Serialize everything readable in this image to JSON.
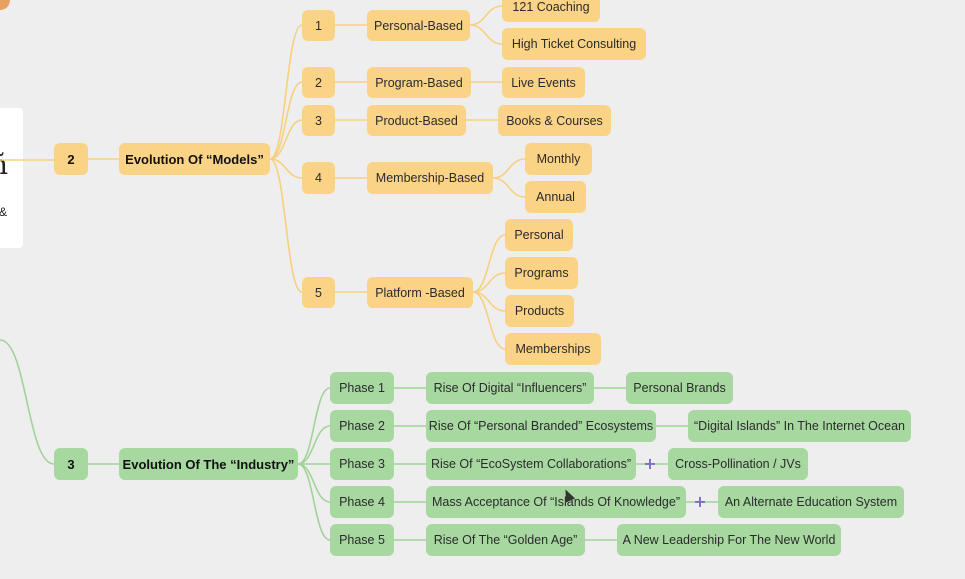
{
  "colors": {
    "models": "#fad386",
    "industry": "#a6d8a0"
  },
  "left_card": {
    "amp": "&"
  },
  "models": {
    "number": "2",
    "title": "Evolution Of “Models”",
    "items": [
      {
        "num": "1",
        "label": "Personal-Based",
        "children": [
          "121 Coaching",
          "High Ticket Consulting"
        ]
      },
      {
        "num": "2",
        "label": "Program-Based",
        "children": [
          "Live Events"
        ]
      },
      {
        "num": "3",
        "label": "Product-Based",
        "children": [
          "Books & Courses"
        ]
      },
      {
        "num": "4",
        "label": "Membership-Based",
        "children": [
          "Monthly",
          "Annual"
        ]
      },
      {
        "num": "5",
        "label": "Platform -Based",
        "children": [
          "Personal",
          "Programs",
          "Products",
          "Memberships"
        ]
      }
    ]
  },
  "industry": {
    "number": "3",
    "title": "Evolution Of The “Industry”",
    "phases": [
      {
        "label": "Phase 1",
        "rise": "Rise Of Digital “Influencers”",
        "result": "Personal Brands",
        "has_plus": false
      },
      {
        "label": "Phase 2",
        "rise": "Rise Of “Personal Branded” Ecosystems",
        "result": "“Digital Islands” In The Internet Ocean",
        "has_plus": false
      },
      {
        "label": "Phase 3",
        "rise": "Rise Of “EcoSystem Collaborations”",
        "result": "Cross-Pollination / JVs",
        "has_plus": true
      },
      {
        "label": "Phase 4",
        "rise": "Mass Acceptance Of “Islands Of Knowledge”",
        "result": "An Alternate Education System",
        "has_plus": true
      },
      {
        "label": "Phase 5",
        "rise": "Rise Of The “Golden Age”",
        "result": "A New Leadership For The New World",
        "has_plus": false
      }
    ]
  }
}
